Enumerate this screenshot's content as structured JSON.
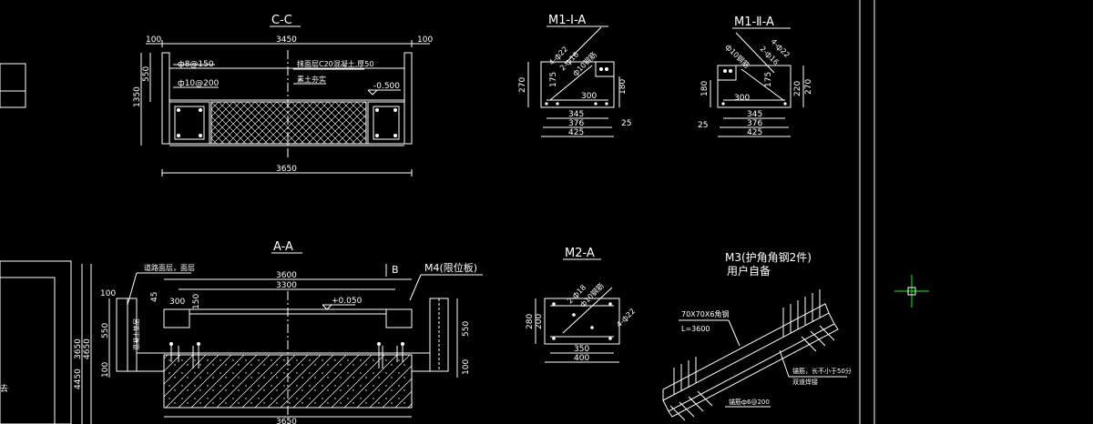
{
  "section_cc": {
    "title": "C-C",
    "dim_top_total": "3450",
    "dim_top_left": "100",
    "dim_top_right": "100",
    "dim_bottom": "3650",
    "dim_left_upper": "550",
    "dim_left_total": "1350",
    "rebar_1": "ф8@150",
    "rebar_2": "ф10@200",
    "note_1": "抹面层C20混凝土,厚50",
    "note_2": "素土夯实",
    "elev": "-0.500"
  },
  "section_aa": {
    "title": "A-A",
    "dim_3600": "3600",
    "dim_3300": "3300",
    "dim_300": "300",
    "dim_150": "150",
    "dim_45": "45",
    "dim_100": "100",
    "dim_550_left": "550",
    "dim_550_right": "550",
    "dim_100_right": "100",
    "dim_3650": "3650",
    "elev": "+0.050",
    "label_b": "B",
    "label_m4": "M4(限位板)",
    "note_top": "道路面层，面层",
    "note_left": "混凝土垫层"
  },
  "m1_1a": {
    "title": "M1-Ⅰ-A",
    "rebar_a": "4-ф22",
    "rebar_b": "2-ф16",
    "rebar_c": "ф10钢筋",
    "dim_270": "270",
    "dim_175": "175",
    "dim_300": "300",
    "dim_180": "180",
    "dim_345": "345",
    "dim_376": "376",
    "dim_425": "425",
    "dim_25": "25"
  },
  "m1_2a": {
    "title": "M1-Ⅱ-A",
    "rebar_a": "4-ф22",
    "rebar_b": "2-ф16",
    "rebar_c": "ф10钢筋",
    "dim_180": "180",
    "dim_300": "300",
    "dim_175": "175",
    "dim_220": "220",
    "dim_270": "270",
    "dim_25": "25",
    "dim_345": "345",
    "dim_376": "376",
    "dim_425": "425"
  },
  "m2a": {
    "title": "M2-A",
    "rebar_a": "2-ф18",
    "rebar_b": "ф10钢筋",
    "rebar_c": "4-ф22",
    "dim_280": "280",
    "dim_200": "200",
    "dim_350": "350",
    "dim_400": "400"
  },
  "m3": {
    "title_1": "M3(护角角钢2件)",
    "title_2": "用户自备",
    "angle_spec": "70X70X6角钢",
    "length": "L=3600",
    "note_anchor": "锚筋，长不小于50分",
    "note_anchor_2": "双道焊接",
    "note_rebar": "锚筋ф6@200"
  },
  "left_edge": {
    "dim_3650": "3650",
    "dim_4450": "4450",
    "dim_4650": "4650",
    "text_bottom": "去"
  },
  "colors": {
    "background": "#000000",
    "line": "#ffffff",
    "cursor": "#00ff00"
  },
  "icons": {
    "cursor": "crosshair-cursor-icon"
  }
}
